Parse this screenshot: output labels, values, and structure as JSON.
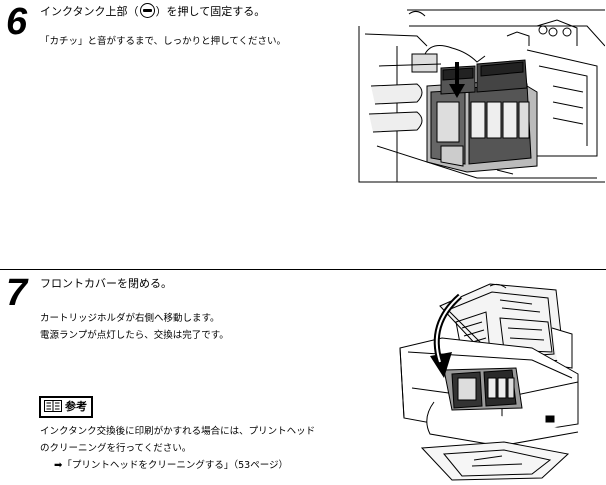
{
  "step6": {
    "number": "6",
    "heading_before": "インクタンク上部（",
    "heading_after": "）を押して固定する。",
    "body": "「カチッ」と音がするまで、しっかりと押してください。"
  },
  "step7": {
    "number": "7",
    "heading": "フロントカバーを閉める。",
    "body_line1": "カートリッジホルダが右側へ移動します。",
    "body_line2": "電源ランプが点灯したら、交換は完了です。"
  },
  "reference": {
    "label": "参考",
    "line1": "インクタンク交換後に印刷がかすれる場合には、プリントヘッド",
    "line2": "のクリーニングを行ってください。",
    "link_arrow": "➡",
    "link_text": "「プリントヘッドをクリーニングする」（53ページ）"
  }
}
